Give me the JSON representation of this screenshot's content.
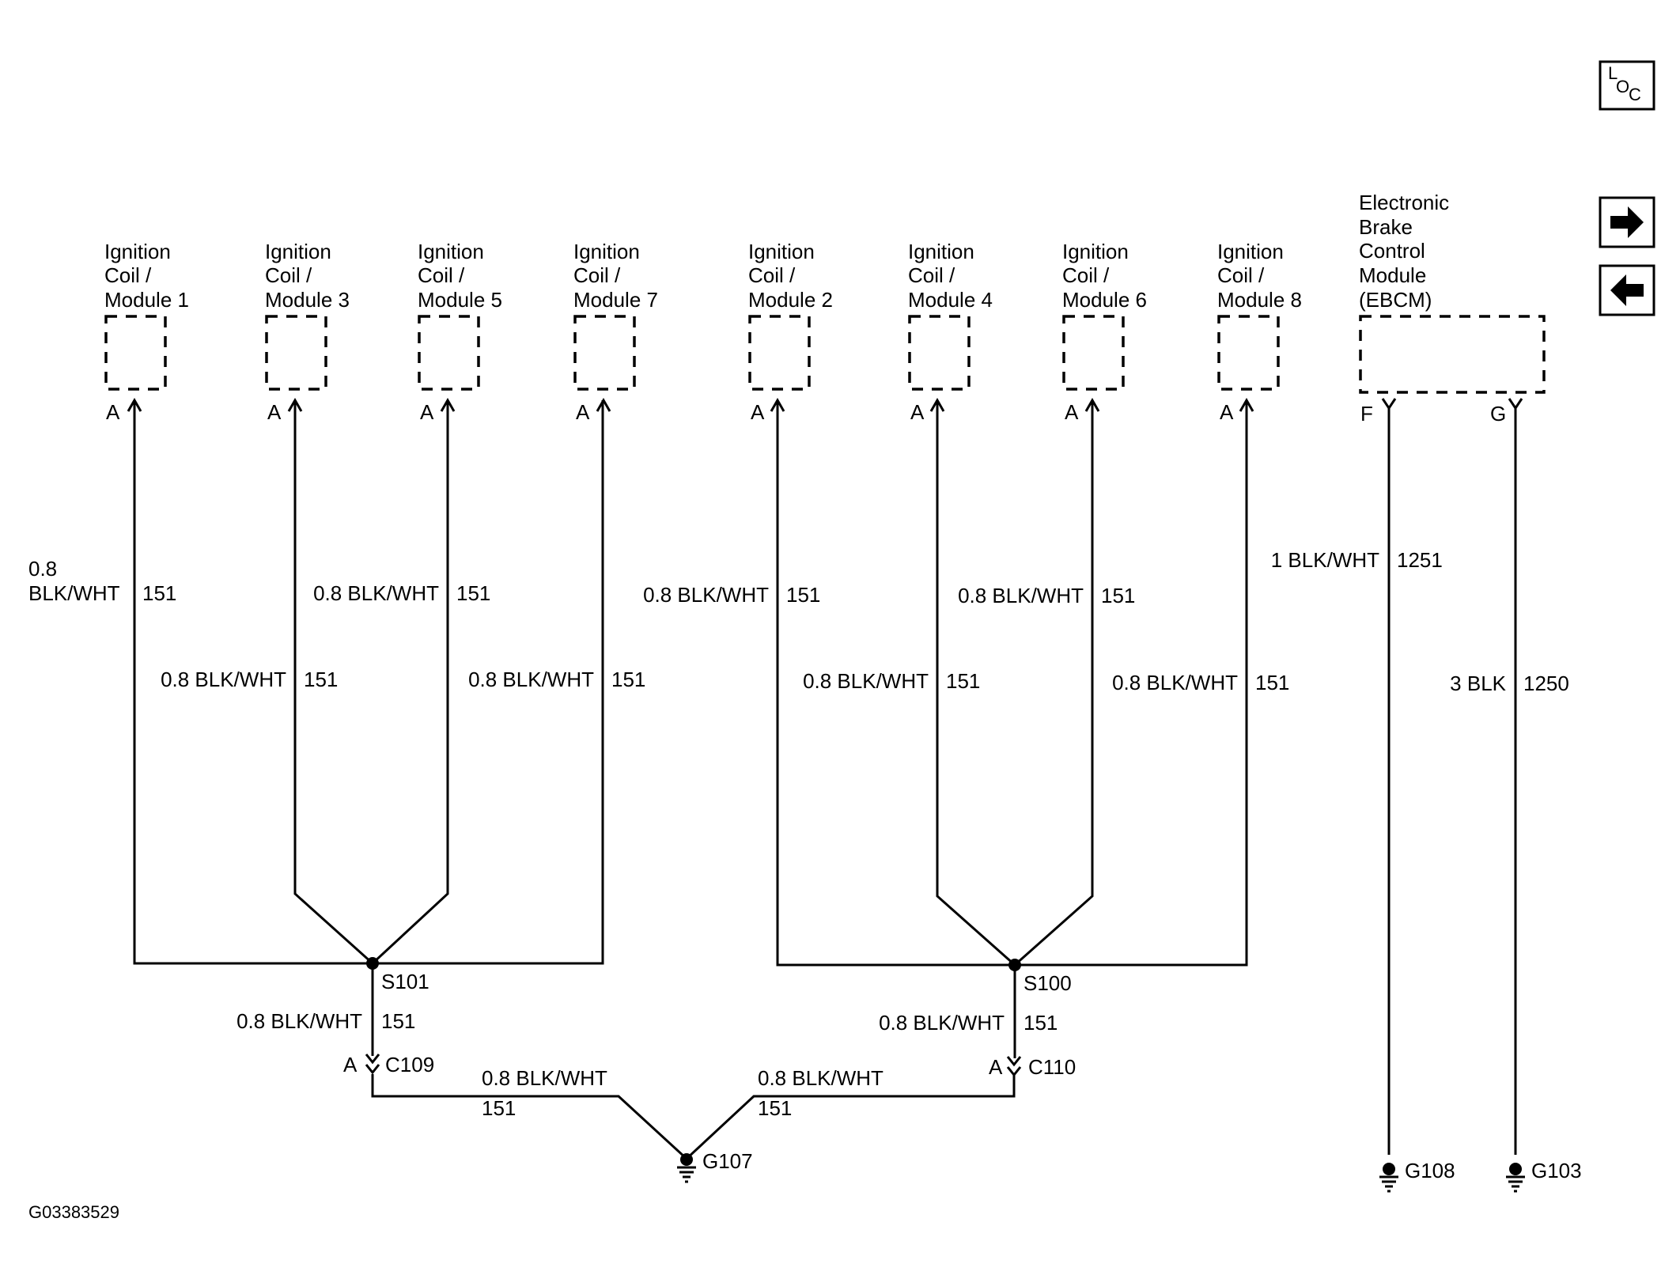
{
  "modules": {
    "m1": {
      "line1": "Ignition",
      "line2": "Coil /",
      "line3": "Module 1",
      "pin": "A"
    },
    "m3": {
      "line1": "Ignition",
      "line2": "Coil /",
      "line3": "Module 3",
      "pin": "A"
    },
    "m5": {
      "line1": "Ignition",
      "line2": "Coil /",
      "line3": "Module 5",
      "pin": "A"
    },
    "m7": {
      "line1": "Ignition",
      "line2": "Coil /",
      "line3": "Module 7",
      "pin": "A"
    },
    "m2": {
      "line1": "Ignition",
      "line2": "Coil /",
      "line3": "Module 2",
      "pin": "A"
    },
    "m4": {
      "line1": "Ignition",
      "line2": "Coil /",
      "line3": "Module 4",
      "pin": "A"
    },
    "m6": {
      "line1": "Ignition",
      "line2": "Coil /",
      "line3": "Module 6",
      "pin": "A"
    },
    "m8": {
      "line1": "Ignition",
      "line2": "Coil /",
      "line3": "Module 8",
      "pin": "A"
    },
    "ebcm": {
      "line1": "Electronic",
      "line2": "Brake",
      "line3": "Control",
      "line4": "Module",
      "line5": "(EBCM)",
      "pin_f": "F",
      "pin_g": "G"
    }
  },
  "wires": {
    "m1": {
      "gauge_top": "0.8",
      "gauge_bottom": "BLK/WHT",
      "circuit": "151"
    },
    "m3": {
      "label": "0.8 BLK/WHT",
      "circuit": "151"
    },
    "m5": {
      "label": "0.8 BLK/WHT",
      "circuit": "151"
    },
    "m7": {
      "label": "0.8 BLK/WHT",
      "circuit": "151"
    },
    "m2": {
      "label": "0.8 BLK/WHT",
      "circuit": "151"
    },
    "m4": {
      "label": "0.8 BLK/WHT",
      "circuit": "151"
    },
    "m6": {
      "label": "0.8 BLK/WHT",
      "circuit": "151"
    },
    "m8": {
      "label": "0.8 BLK/WHT",
      "circuit": "151"
    },
    "ebcm_f": {
      "label": "1 BLK/WHT",
      "circuit": "1251"
    },
    "ebcm_g": {
      "label": "3 BLK",
      "circuit": "1250"
    },
    "s101_down": {
      "label": "0.8 BLK/WHT",
      "circuit": "151"
    },
    "s100_down": {
      "label": "0.8 BLK/WHT",
      "circuit": "151"
    },
    "c109_g107": {
      "label": "0.8 BLK/WHT",
      "circuit": "151"
    },
    "c110_g107": {
      "label": "0.8 BLK/WHT",
      "circuit": "151"
    }
  },
  "splices": {
    "left": "S101",
    "right": "S100"
  },
  "connectors": {
    "left": {
      "name": "C109",
      "pin": "A"
    },
    "right": {
      "name": "C110",
      "pin": "A"
    }
  },
  "grounds": {
    "g107": "G107",
    "g108": "G108",
    "g103": "G103"
  },
  "figure_id": "G03383529",
  "nav": {
    "loc_l": "L",
    "loc_o": "O",
    "loc_c": "C",
    "next_icon": "arrow-right-icon",
    "prev_icon": "arrow-left-icon"
  }
}
